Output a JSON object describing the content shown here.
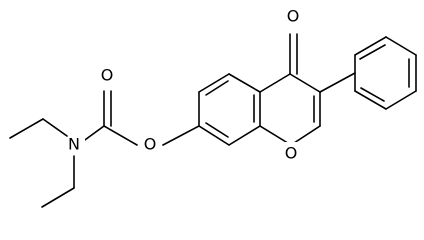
{
  "structure": {
    "atom_labels": {
      "carbonyl_oxygen": "O",
      "ester_oxygen": "O",
      "carbamate_oxygen": "O",
      "nitrogen": "N",
      "ring_oxygen": "O"
    }
  },
  "colors": {
    "ink": "#000000",
    "background": "#ffffff"
  }
}
